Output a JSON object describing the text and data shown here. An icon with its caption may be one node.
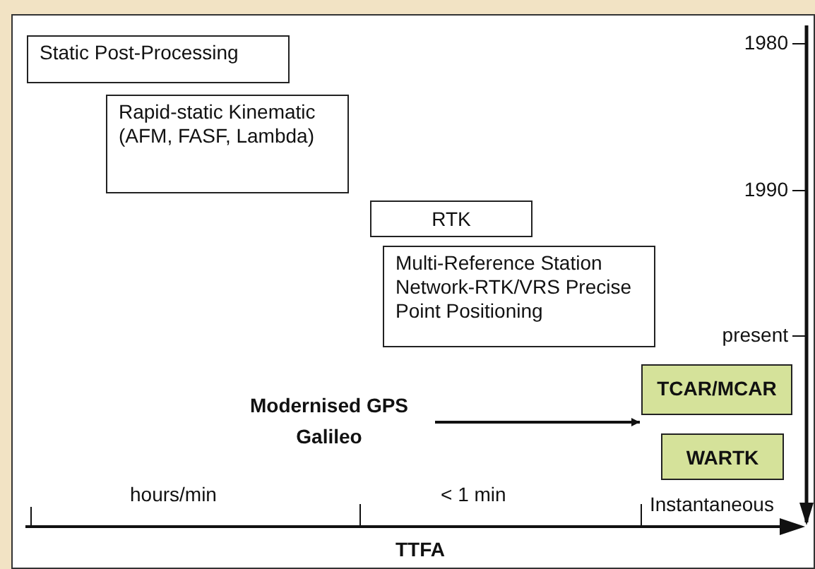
{
  "diagram": {
    "nodes": [
      {
        "text": [
          "Static Post-Processing"
        ]
      },
      {
        "text": [
          "Rapid-static Kinematic (AFM, FASF, Lambda)"
        ]
      },
      {
        "text": [
          "RTK"
        ]
      },
      {
        "text": [
          "Multi-Reference Station Network-RTK/VRS Precise Point Positioning"
        ]
      },
      {
        "text": [
          "TCAR/MCAR"
        ]
      },
      {
        "text": [
          "WARTK"
        ]
      },
      {
        "text": [
          "Modernised GPS Galileo"
        ]
      }
    ],
    "edges": [
      {
        "from": 6,
        "to": 4,
        "arrow": "to"
      }
    ],
    "labels": [
      "1980",
      "1990",
      "present",
      "hours/min",
      "< 1 min",
      "Instantaneous",
      "TTFA"
    ]
  }
}
